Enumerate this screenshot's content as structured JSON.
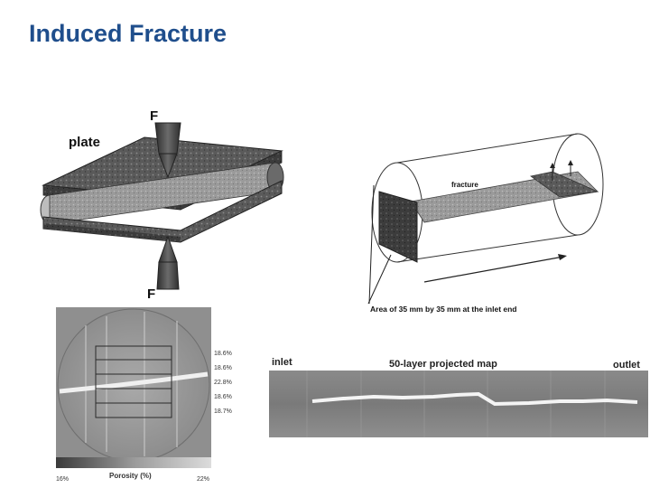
{
  "slide": {
    "title": "Induced Fracture"
  },
  "press_figure": {
    "force_top": "F",
    "force_bottom": "F",
    "plate_label": "plate"
  },
  "cylinder_figure": {
    "fracture_label": "fracture",
    "caption": "Area of 35 mm by 35 mm at the inlet end"
  },
  "ct_figure": {
    "layer_porosities": [
      "18.6%",
      "18.6%",
      "22.8%",
      "18.6%",
      "18.7%"
    ],
    "scale_min": "16%",
    "scale_label": "Porosity (%)",
    "scale_max": "22%"
  },
  "map_figure": {
    "inlet_label": "inlet",
    "title": "50-layer projected map",
    "outlet_label": "outlet"
  },
  "colors": {
    "title": "#1f4e8c",
    "figure_dark": "#3a3a3a",
    "figure_mid": "#8a8a8a",
    "figure_light": "#cfcfcf"
  }
}
